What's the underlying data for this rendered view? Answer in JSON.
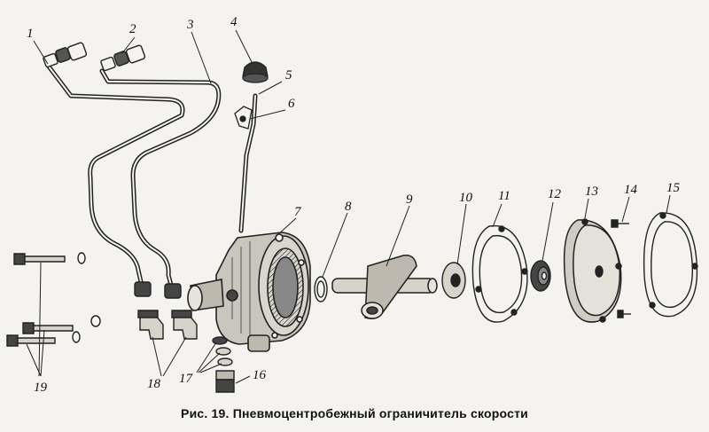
{
  "figure": {
    "caption": "Рис. 19. Пневмоцентробежный ограничитель скорости",
    "callouts": [
      "1",
      "2",
      "3",
      "4",
      "5",
      "6",
      "7",
      "8",
      "9",
      "10",
      "11",
      "12",
      "13",
      "14",
      "15",
      "16",
      "17",
      "18",
      "19"
    ]
  }
}
